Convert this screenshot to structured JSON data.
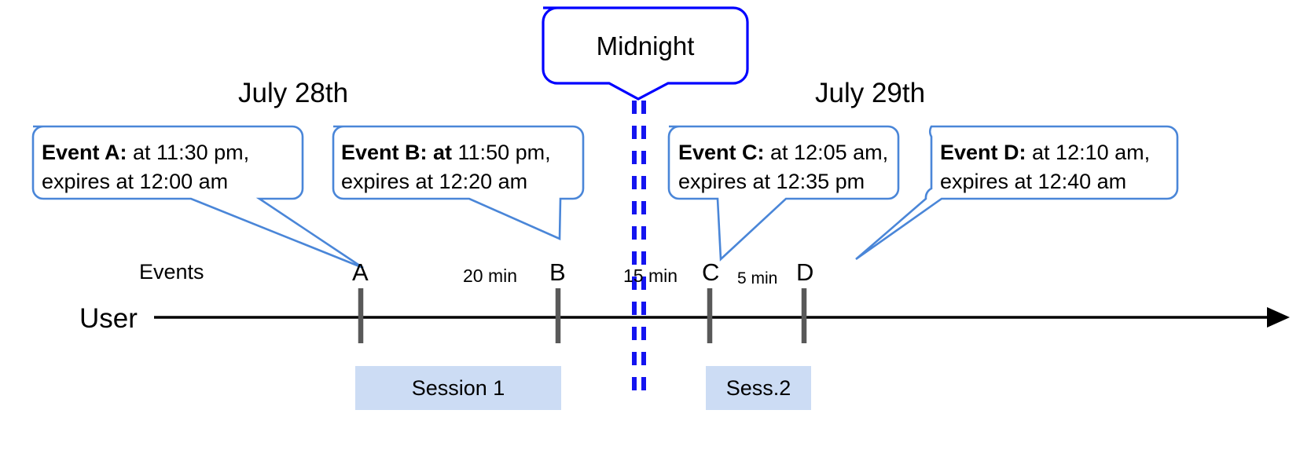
{
  "diagram": {
    "title_callout": {
      "label": "Midnight",
      "border_color": "#0000ff"
    },
    "dates": [
      {
        "label": "July 28th"
      },
      {
        "label": "July 29th"
      }
    ],
    "axis": {
      "row_label": "User",
      "events_label": "Events",
      "line_color": "#000000",
      "tick_color": "#595959"
    },
    "callouts": [
      {
        "name": "event-a",
        "line1_bold": "Event A:",
        "line1_rest": " at 11:30 pm,",
        "line2": "expires at 12:00 am"
      },
      {
        "name": "event-b",
        "line1_bold": "Event B: at",
        "line1_rest": " 11:50 pm,",
        "line2": "expires at 12:20 am"
      },
      {
        "name": "event-c",
        "line1_bold": "Event C:",
        "line1_rest": " at 12:05 am,",
        "line2": "expires at 12:35 pm"
      },
      {
        "name": "event-d",
        "line1_bold": "Event D:",
        "line1_rest": "  at 12:10 am,",
        "line2": "expires at 12:40 am"
      }
    ],
    "events": [
      {
        "letter": "A"
      },
      {
        "letter": "B"
      },
      {
        "letter": "C"
      },
      {
        "letter": "D"
      }
    ],
    "gaps": [
      {
        "label": "20 min"
      },
      {
        "label": "15 min"
      },
      {
        "label": "5 min"
      }
    ],
    "sessions": [
      {
        "label": "Session 1"
      },
      {
        "label": "Sess.2"
      }
    ],
    "colors": {
      "callout_border": "#4a86d8",
      "midnight_border": "#0000ff",
      "midnight_dash": "#1414f0",
      "session_fill": "#ccdcf4",
      "tick": "#595959",
      "axis": "#000000"
    }
  }
}
